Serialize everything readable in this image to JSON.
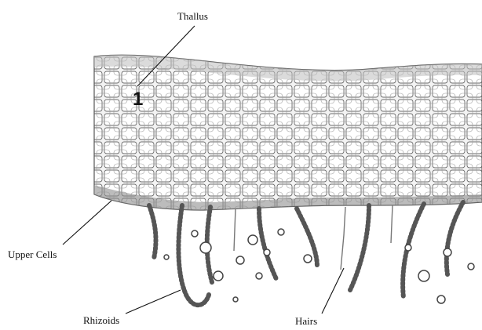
{
  "figure": {
    "labels": {
      "thallus": "Thallus",
      "upper_cells": "Upper Cells",
      "rhizoids": "Rhizoids",
      "hairs": "Hairs"
    },
    "marker": "1"
  }
}
